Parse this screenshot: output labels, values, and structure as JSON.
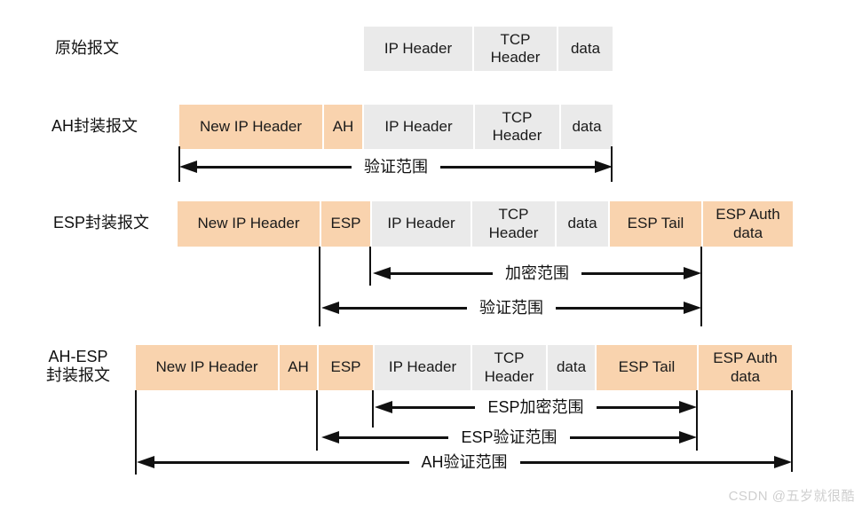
{
  "colors": {
    "box_orange": "#f9d3ae",
    "box_gray": "#eaeaea",
    "arrow_black": "#111111",
    "watermark_gray": "#cfcfcf"
  },
  "watermark": {
    "text": "CSDN @五岁就很酷"
  },
  "rows": [
    {
      "label": "原始报文",
      "boxes": [
        {
          "label": "IP Header"
        },
        {
          "label": "TCP\nHeader"
        },
        {
          "label": "data"
        }
      ],
      "arrows": []
    },
    {
      "label": "AH封装报文",
      "boxes": [
        {
          "label": "New IP Header"
        },
        {
          "label": "AH"
        },
        {
          "label": "IP Header"
        },
        {
          "label": "TCP\nHeader"
        },
        {
          "label": "data"
        }
      ],
      "arrows": [
        {
          "label": "验证范围"
        }
      ]
    },
    {
      "label": "ESP封装报文",
      "boxes": [
        {
          "label": "New IP Header"
        },
        {
          "label": "ESP"
        },
        {
          "label": "IP Header"
        },
        {
          "label": "TCP\nHeader"
        },
        {
          "label": "data"
        },
        {
          "label": "ESP Tail"
        },
        {
          "label": "ESP Auth\ndata"
        }
      ],
      "arrows": [
        {
          "label": "加密范围"
        },
        {
          "label": "验证范围"
        }
      ]
    },
    {
      "label": "AH-ESP\n封装报文",
      "boxes": [
        {
          "label": "New IP Header"
        },
        {
          "label": "AH"
        },
        {
          "label": "ESP"
        },
        {
          "label": "IP Header"
        },
        {
          "label": "TCP\nHeader"
        },
        {
          "label": "data"
        },
        {
          "label": "ESP Tail"
        },
        {
          "label": "ESP Auth\ndata"
        }
      ],
      "arrows": [
        {
          "label": "ESP加密范围"
        },
        {
          "label": "ESP验证范围"
        },
        {
          "label": "AH验证范围"
        }
      ]
    }
  ]
}
